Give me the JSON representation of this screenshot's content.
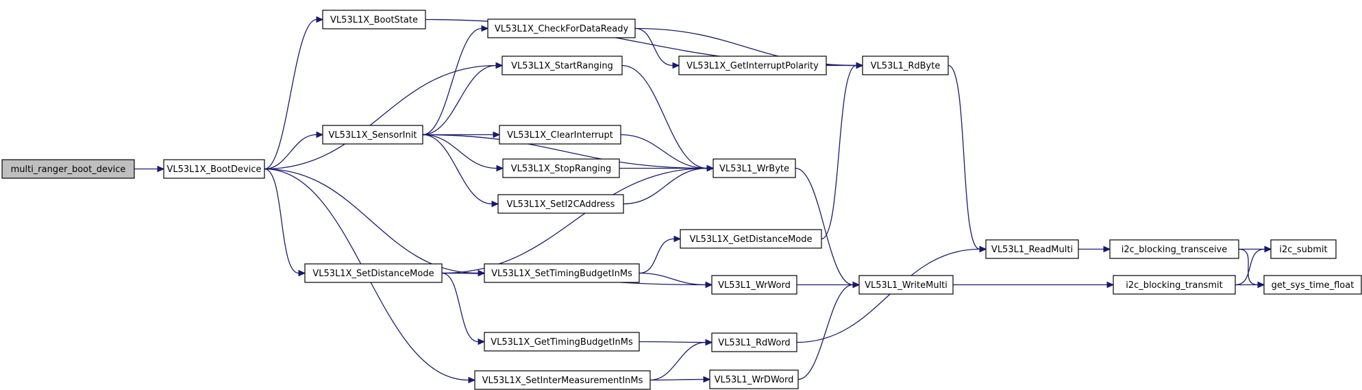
{
  "graph": {
    "colors": {
      "edge": "#191970",
      "root_fill": "#bfbfbf",
      "node_fill": "#ffffff",
      "border": "#000000"
    },
    "nodes": [
      {
        "id": "multi_ranger_boot_device",
        "label": "multi_ranger_boot_device",
        "root": true
      },
      {
        "id": "VL53L1X_BootDevice",
        "label": "VL53L1X_BootDevice"
      },
      {
        "id": "VL53L1X_BootState",
        "label": "VL53L1X_BootState"
      },
      {
        "id": "VL53L1X_SensorInit",
        "label": "VL53L1X_SensorInit"
      },
      {
        "id": "VL53L1X_SetDistanceMode",
        "label": "VL53L1X_SetDistanceMode"
      },
      {
        "id": "VL53L1X_SetInterMeasurementInMs",
        "label": "VL53L1X_SetInterMeasurementInMs"
      },
      {
        "id": "VL53L1X_CheckForDataReady",
        "label": "VL53L1X_CheckForDataReady"
      },
      {
        "id": "VL53L1X_StartRanging",
        "label": "VL53L1X_StartRanging"
      },
      {
        "id": "VL53L1X_ClearInterrupt",
        "label": "VL53L1X_ClearInterrupt"
      },
      {
        "id": "VL53L1X_StopRanging",
        "label": "VL53L1X_StopRanging"
      },
      {
        "id": "VL53L1X_SetI2CAddress",
        "label": "VL53L1X_SetI2CAddress"
      },
      {
        "id": "VL53L1X_SetTimingBudgetInMs",
        "label": "VL53L1X_SetTimingBudgetInMs"
      },
      {
        "id": "VL53L1X_GetTimingBudgetInMs",
        "label": "VL53L1X_GetTimingBudgetInMs"
      },
      {
        "id": "VL53L1X_GetInterruptPolarity",
        "label": "VL53L1X_GetInterruptPolarity"
      },
      {
        "id": "VL53L1X_GetDistanceMode",
        "label": "VL53L1X_GetDistanceMode"
      },
      {
        "id": "VL53L1_WrByte",
        "label": "VL53L1_WrByte"
      },
      {
        "id": "VL53L1_WrWord",
        "label": "VL53L1_WrWord"
      },
      {
        "id": "VL53L1_RdWord",
        "label": "VL53L1_RdWord"
      },
      {
        "id": "VL53L1_WrDWord",
        "label": "VL53L1_WrDWord"
      },
      {
        "id": "VL53L1_RdByte",
        "label": "VL53L1_RdByte"
      },
      {
        "id": "VL53L1_WriteMulti",
        "label": "VL53L1_WriteMulti"
      },
      {
        "id": "VL53L1_ReadMulti",
        "label": "VL53L1_ReadMulti"
      },
      {
        "id": "i2c_blocking_transceive",
        "label": "i2c_blocking_transceive"
      },
      {
        "id": "i2c_blocking_transmit",
        "label": "i2c_blocking_transmit"
      },
      {
        "id": "i2c_submit",
        "label": "i2c_submit"
      },
      {
        "id": "get_sys_time_float",
        "label": "get_sys_time_float"
      }
    ],
    "edges": [
      [
        "multi_ranger_boot_device",
        "VL53L1X_BootDevice"
      ],
      [
        "VL53L1X_BootDevice",
        "VL53L1X_BootState"
      ],
      [
        "VL53L1X_BootDevice",
        "VL53L1X_StartRanging"
      ],
      [
        "VL53L1X_BootDevice",
        "VL53L1X_SensorInit"
      ],
      [
        "VL53L1X_BootDevice",
        "VL53L1X_SetDistanceMode"
      ],
      [
        "VL53L1X_BootDevice",
        "VL53L1X_SetTimingBudgetInMs"
      ],
      [
        "VL53L1X_BootDevice",
        "VL53L1X_SetInterMeasurementInMs"
      ],
      [
        "VL53L1X_BootState",
        "VL53L1_RdByte"
      ],
      [
        "VL53L1X_SensorInit",
        "VL53L1X_CheckForDataReady"
      ],
      [
        "VL53L1X_SensorInit",
        "VL53L1X_StartRanging"
      ],
      [
        "VL53L1X_SensorInit",
        "VL53L1_WrByte"
      ],
      [
        "VL53L1X_SensorInit",
        "VL53L1X_ClearInterrupt"
      ],
      [
        "VL53L1X_SensorInit",
        "VL53L1X_StopRanging"
      ],
      [
        "VL53L1X_SensorInit",
        "VL53L1X_SetI2CAddress"
      ],
      [
        "VL53L1X_CheckForDataReady",
        "VL53L1X_GetInterruptPolarity"
      ],
      [
        "VL53L1X_CheckForDataReady",
        "VL53L1_RdByte"
      ],
      [
        "VL53L1X_GetInterruptPolarity",
        "VL53L1_RdByte"
      ],
      [
        "VL53L1X_StartRanging",
        "VL53L1_WrByte"
      ],
      [
        "VL53L1X_ClearInterrupt",
        "VL53L1_WrByte"
      ],
      [
        "VL53L1X_StopRanging",
        "VL53L1_WrByte"
      ],
      [
        "VL53L1X_SetI2CAddress",
        "VL53L1_WrByte"
      ],
      [
        "VL53L1X_SetDistanceMode",
        "VL53L1_WrByte"
      ],
      [
        "VL53L1X_SetDistanceMode",
        "VL53L1X_SetTimingBudgetInMs"
      ],
      [
        "VL53L1X_SetDistanceMode",
        "VL53L1_WrWord"
      ],
      [
        "VL53L1X_SetDistanceMode",
        "VL53L1X_GetTimingBudgetInMs"
      ],
      [
        "VL53L1X_SetTimingBudgetInMs",
        "VL53L1X_GetDistanceMode"
      ],
      [
        "VL53L1X_SetTimingBudgetInMs",
        "VL53L1_WrWord"
      ],
      [
        "VL53L1X_GetDistanceMode",
        "VL53L1_RdByte"
      ],
      [
        "VL53L1X_GetTimingBudgetInMs",
        "VL53L1_RdWord"
      ],
      [
        "VL53L1X_SetInterMeasurementInMs",
        "VL53L1_RdWord"
      ],
      [
        "VL53L1X_SetInterMeasurementInMs",
        "VL53L1_WrDWord"
      ],
      [
        "VL53L1_WrByte",
        "VL53L1_WriteMulti"
      ],
      [
        "VL53L1_WrWord",
        "VL53L1_WriteMulti"
      ],
      [
        "VL53L1_WrDWord",
        "VL53L1_WriteMulti"
      ],
      [
        "VL53L1_RdByte",
        "VL53L1_ReadMulti"
      ],
      [
        "VL53L1_RdWord",
        "VL53L1_ReadMulti"
      ],
      [
        "VL53L1_ReadMulti",
        "i2c_blocking_transceive"
      ],
      [
        "VL53L1_WriteMulti",
        "i2c_blocking_transmit"
      ],
      [
        "i2c_blocking_transceive",
        "i2c_submit"
      ],
      [
        "i2c_blocking_transceive",
        "get_sys_time_float"
      ],
      [
        "i2c_blocking_transmit",
        "i2c_submit"
      ],
      [
        "i2c_blocking_transmit",
        "get_sys_time_float"
      ]
    ]
  }
}
